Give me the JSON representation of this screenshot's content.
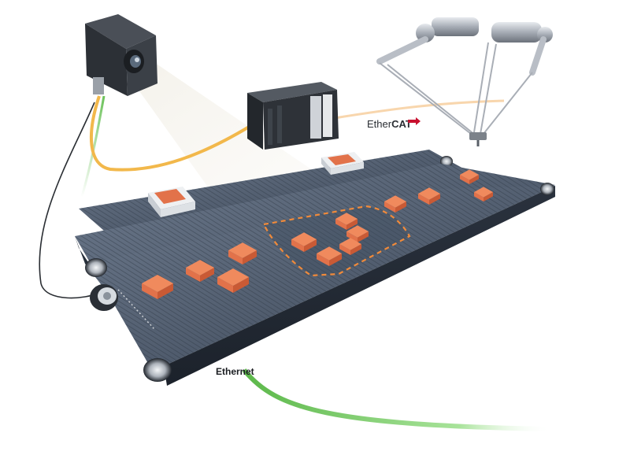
{
  "labels": {
    "ethercat_prefix": "Ether",
    "ethercat_brand": "CAT",
    "ethernet": "Ethernet"
  },
  "colors": {
    "background": "#ffffff",
    "belt_dark": "#3b4656",
    "belt_mid": "#5a6779",
    "belt_light": "#7c889a",
    "product": "#e2724a",
    "product_top": "#f08a5d",
    "dashed_zone": "#f08a3a",
    "ethernet_cable": "#7fd16a",
    "camera_cable": "#f2b84b",
    "robot": "#b9bec6",
    "controller": "#2b2f35"
  },
  "icons": [
    "vision-camera-icon",
    "plc-controller-icon",
    "delta-robot-icon",
    "encoder-icon"
  ]
}
